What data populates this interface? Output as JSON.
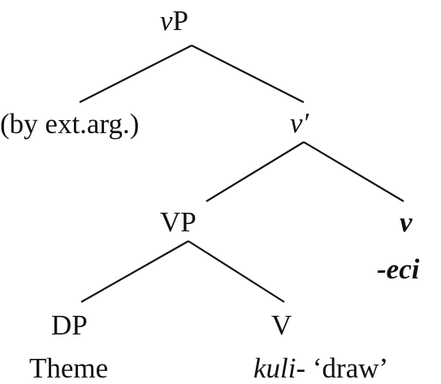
{
  "tree": {
    "root": {
      "prefix": "v",
      "suffix": "P"
    },
    "external_argument": "(by ext.arg.)",
    "v_bar": "v′",
    "vp": "VP",
    "v_head": {
      "label": "v",
      "morpheme": "-eci"
    },
    "dp": {
      "label": "DP",
      "role": "Theme"
    },
    "verb": {
      "label": "V",
      "stem": "kuli",
      "hyphen": "-",
      "gloss": "‘draw’"
    }
  },
  "style": {
    "line_color": "#111111",
    "text_color": "#111111"
  }
}
